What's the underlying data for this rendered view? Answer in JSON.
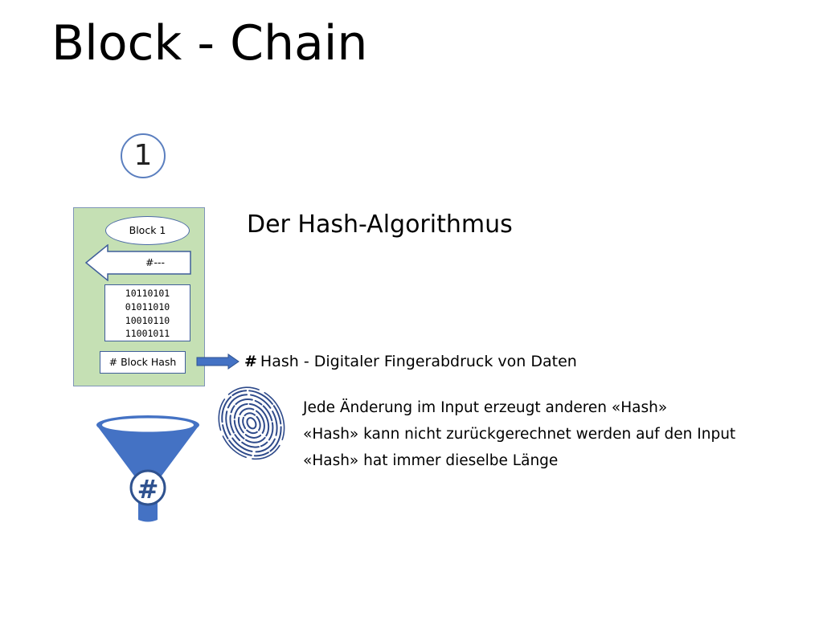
{
  "slide": {
    "title": "Block - Chain",
    "step_number": "1",
    "section_title": "Der Hash-Algorithmus"
  },
  "block": {
    "label": "Block 1",
    "previous_hash": "#---",
    "data_lines": [
      "10110101",
      "01011010",
      "10010110",
      "11001011"
    ],
    "block_hash": "# Block Hash"
  },
  "hash_definition": {
    "symbol": "#",
    "text": "Hash - Digitaler Fingerabdruck von Daten"
  },
  "properties": [
    "Jede Änderung im Input erzeugt anderen «Hash»",
    "«Hash» kann nicht zurückgerechnet werden auf den Input",
    "«Hash» hat immer dieselbe Länge"
  ],
  "funnel": {
    "symbol": "#"
  },
  "colors": {
    "block_background": "#c5e0b4",
    "accent_blue": "#4472c4",
    "outline_blue": "#3f5e9a",
    "fingerprint": "#2e4a8a"
  },
  "icons": [
    "fingerprint-icon",
    "funnel-icon",
    "arrow-left-icon",
    "arrow-right-icon"
  ]
}
